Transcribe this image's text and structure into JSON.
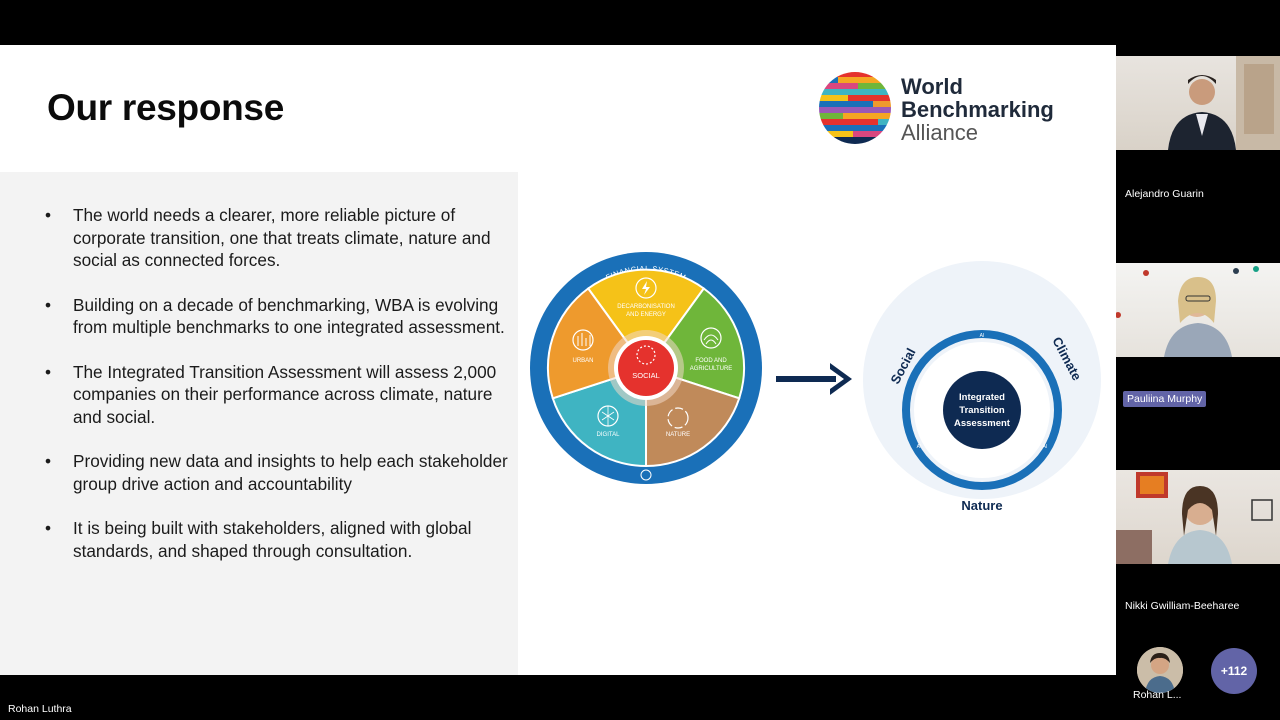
{
  "slide": {
    "title": "Our response",
    "logo": {
      "line1": "World",
      "line2": "Benchmarking",
      "line3": "Alliance"
    },
    "bullets": [
      "The world needs a clearer, more reliable picture of corporate transition, one that treats climate, nature and social as connected forces.",
      "Building on a decade of benchmarking, WBA is evolving from multiple benchmarks to one integrated assessment.",
      "The Integrated Transition Assessment will assess 2,000 companies on their performance across climate, nature and social.",
      "Providing new data and insights to help each stakeholder group drive action and accountability",
      "It is being built with stakeholders, aligned with global standards, and shaped through consultation."
    ],
    "wheel": {
      "ring_label": "FINANCIAL SYSTEM",
      "center": "SOCIAL",
      "segments": {
        "decarbonisation": [
          "DECARBONISATION",
          "AND ENERGY"
        ],
        "food": [
          "FOOD AND",
          "AGRICULTURE"
        ],
        "nature": "NATURE",
        "digital": "DIGITAL",
        "urban": "URBAN"
      }
    },
    "ita": {
      "center": [
        "Integrated",
        "Transition",
        "Assessment"
      ],
      "social": "Social",
      "climate": "Climate",
      "nature": "Nature",
      "ai_tag": "AI"
    }
  },
  "participants": [
    {
      "name": "Alejandro Guarin"
    },
    {
      "name": "Pauliina Murphy"
    },
    {
      "name": "Nikki Gwilliam-Beeharee"
    }
  ],
  "presenter": {
    "name": "Rohan Luthra"
  },
  "bottom": {
    "avatar_name": "Rohan L...",
    "more_count": "+112"
  },
  "colors": {
    "decarbonisation": "#f5c218",
    "food": "#6fb63a",
    "nature": "#c08a5a",
    "digital": "#3fb4c2",
    "urban": "#ee9a2d",
    "social": "#e5322d",
    "ring": "#1a70b8",
    "navy": "#0e2a52",
    "team_accent": "#6264a7"
  }
}
